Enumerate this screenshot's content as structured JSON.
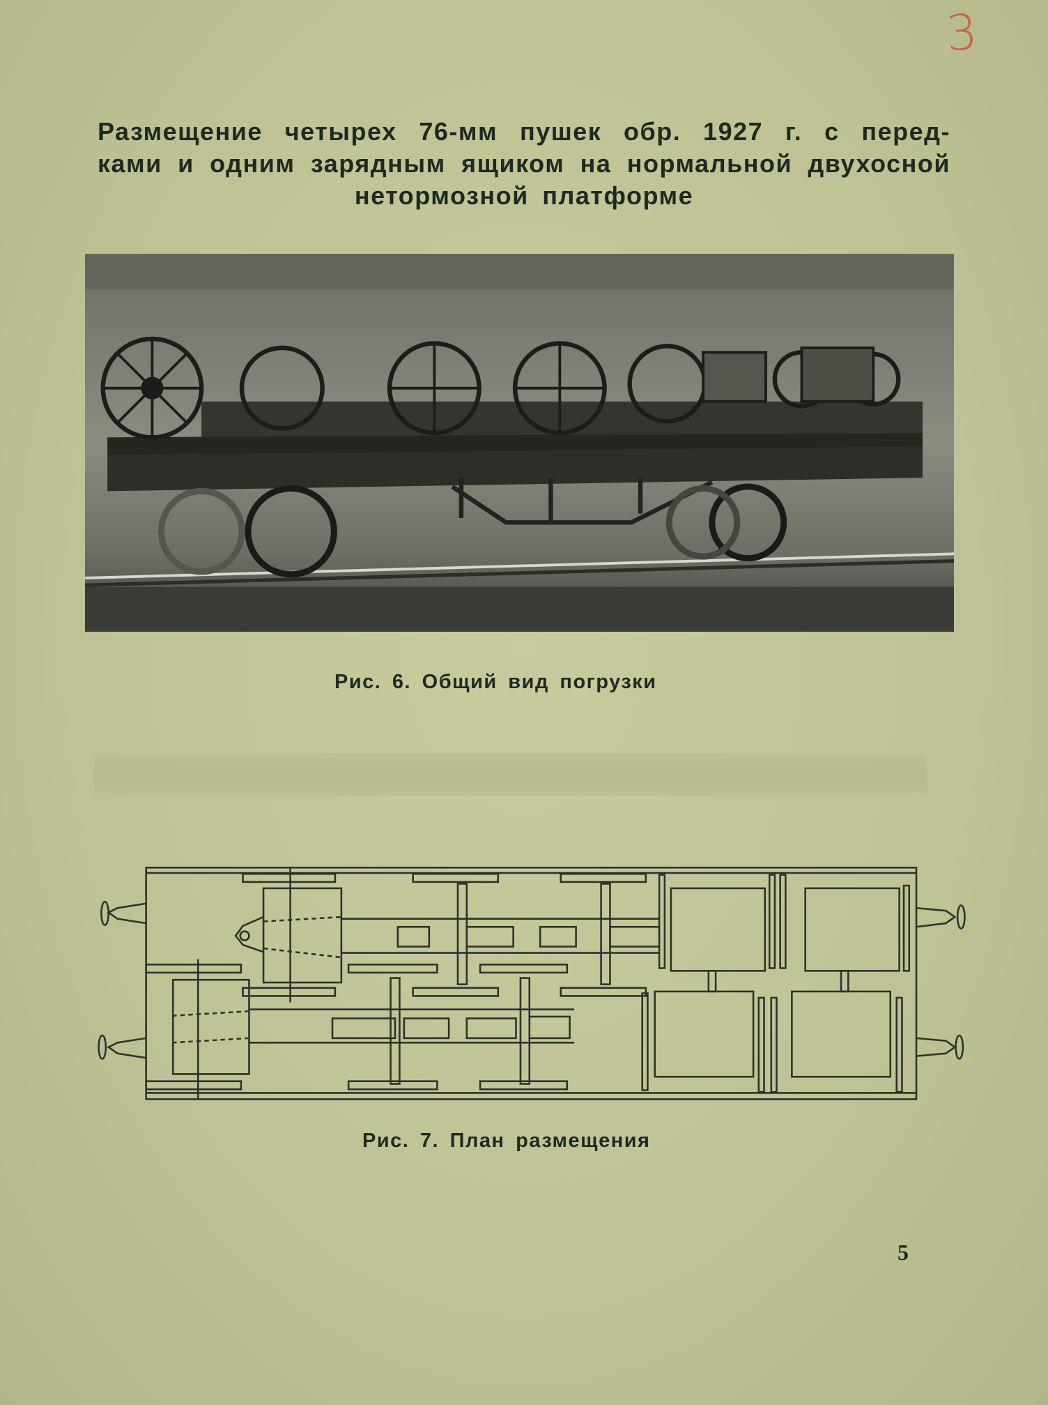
{
  "page": {
    "handwritten_number": "3",
    "title_lines": [
      "Размещение четырех 76-мм пушек обр. 1927 г. с перед-",
      "ками и одним зарядным ящиком на нормальной двухосной",
      "нетормозной платформе"
    ],
    "figure6_caption": "Рис. 6. Общий вид погрузки",
    "figure7_caption": "Рис. 7. План размещения",
    "page_number": "5"
  }
}
